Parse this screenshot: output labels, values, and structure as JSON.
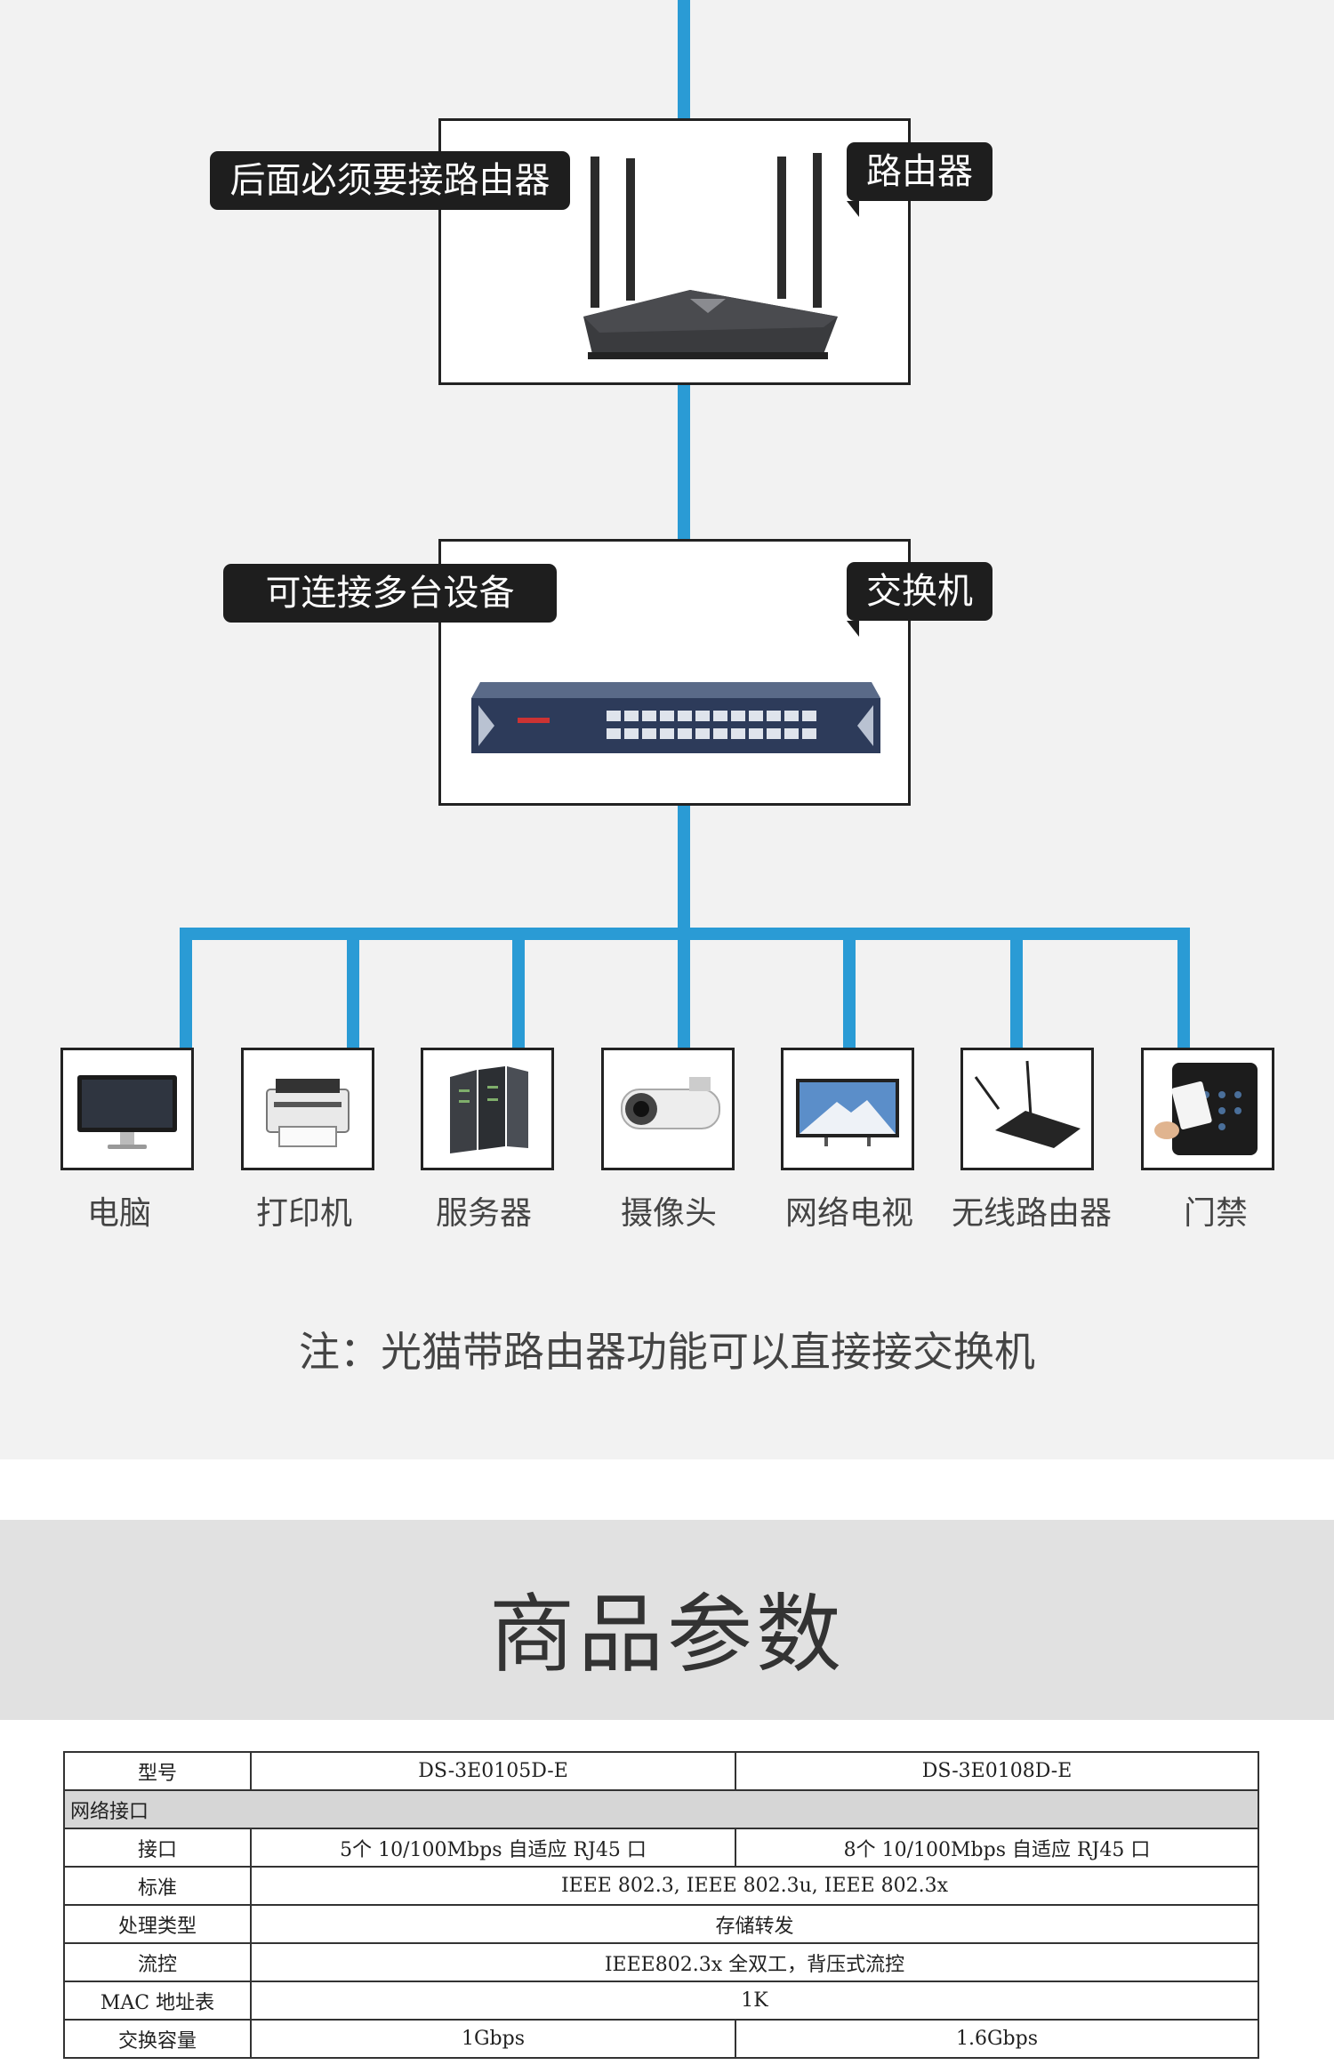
{
  "diagram": {
    "router": {
      "note_tag": "后面必须要接路由器",
      "name_tag": "路由器"
    },
    "switch": {
      "note_tag": "可连接多台设备",
      "name_tag": "交换机"
    },
    "devices": [
      {
        "label": "电脑",
        "icon": "monitor-icon"
      },
      {
        "label": "打印机",
        "icon": "printer-icon"
      },
      {
        "label": "服务器",
        "icon": "server-icon"
      },
      {
        "label": "摄像头",
        "icon": "camera-icon"
      },
      {
        "label": "网络电视",
        "icon": "tv-icon"
      },
      {
        "label": "无线路由器",
        "icon": "wireless-router-icon"
      },
      {
        "label": "门禁",
        "icon": "access-control-icon"
      }
    ],
    "note": "注：光猫带路由器功能可以直接接交换机",
    "wire_color": "#2a9bd5"
  },
  "params": {
    "title": "商品参数",
    "header": {
      "label": "型号",
      "model_a": "DS-3E0105D-E",
      "model_b": "DS-3E0108D-E"
    },
    "section": "网络接口",
    "rows": [
      {
        "label": "接口",
        "a": "5个 10/100Mbps 自适应 RJ45 口",
        "b": "8个 10/100Mbps 自适应 RJ45 口"
      },
      {
        "label": "标准",
        "value": "IEEE 802.3, IEEE 802.3u, IEEE 802.3x"
      },
      {
        "label": "处理类型",
        "value": "存储转发"
      },
      {
        "label": "流控",
        "value": "IEEE802.3x 全双工，背压式流控"
      },
      {
        "label": "MAC 地址表",
        "value": "1K"
      },
      {
        "label": "交换容量",
        "a": "1Gbps",
        "b": "1.6Gbps"
      }
    ]
  }
}
